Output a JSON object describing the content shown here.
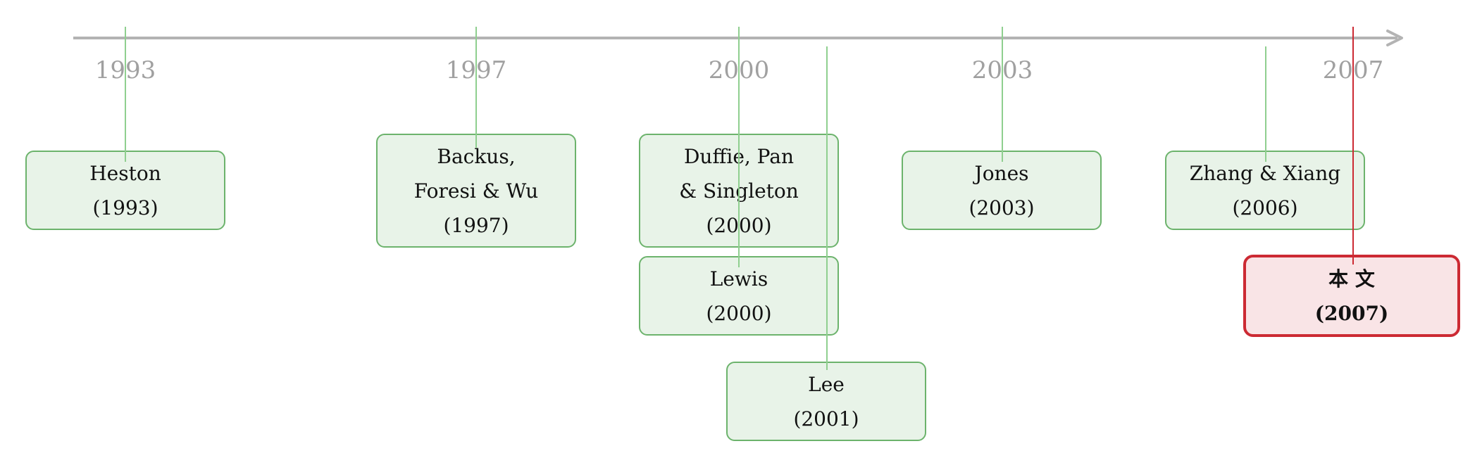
{
  "timeline": {
    "axis_color": "#b3b3b3",
    "years": [
      "1993",
      "1997",
      "2000",
      "2003",
      "2007"
    ]
  },
  "works": [
    {
      "id": "heston",
      "lines": [
        "Heston",
        "(1993)"
      ],
      "year": 1993
    },
    {
      "id": "backus",
      "lines": [
        "Backus,",
        "Foresi & Wu",
        "(1997)"
      ],
      "year": 1997
    },
    {
      "id": "duffie",
      "lines": [
        "Duffie, Pan",
        "& Singleton",
        "(2000)"
      ],
      "year": 2000
    },
    {
      "id": "lewis",
      "lines": [
        "Lewis",
        "(2000)"
      ],
      "year": 2000
    },
    {
      "id": "lee",
      "lines": [
        "Lee",
        "(2001)"
      ],
      "year": 2001
    },
    {
      "id": "jones",
      "lines": [
        "Jones",
        "(2003)"
      ],
      "year": 2003
    },
    {
      "id": "zhang",
      "lines": [
        "Zhang & Xiang",
        "(2006)"
      ],
      "year": 2006
    }
  ],
  "this_work": {
    "lines": [
      "本 文",
      "(2007)"
    ],
    "year": 2007
  },
  "colors": {
    "work_fill": "#e8f3e8",
    "work_border": "#6cb36c",
    "connector": "#8fcf8f",
    "this_fill": "#f9e4e6",
    "this_border": "#cc2a33",
    "year_label": "#a0a0a0"
  }
}
